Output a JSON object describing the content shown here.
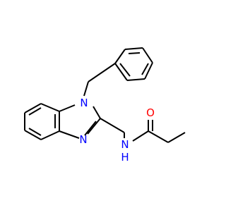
{
  "molecule": {
    "atoms": [
      {
        "id": "n1",
        "label": "N",
        "color": "#0000ff"
      },
      {
        "id": "n2",
        "label": "N",
        "color": "#0000ff"
      },
      {
        "id": "n3",
        "label": "N",
        "color": "#0000ff"
      },
      {
        "id": "h3",
        "label": "H",
        "color": "#0000ff"
      },
      {
        "id": "o1",
        "label": "O",
        "color": "#ff0000"
      }
    ]
  },
  "colors": {
    "bond": "#000000",
    "nitrogen": "#0000ff",
    "oxygen": "#ff0000",
    "background": "#ffffff"
  }
}
